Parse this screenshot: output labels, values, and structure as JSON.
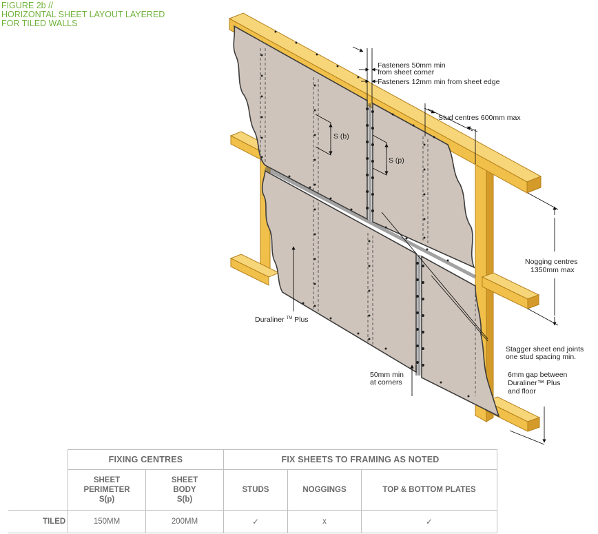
{
  "figure": {
    "number": "FIGURE 2b //",
    "title_line1": "HORIZONTAL SHEET LAYOUT LAYERED",
    "title_line2": "FOR TILED WALLS"
  },
  "annotations": {
    "fasteners_corner_1": "Fasteners 50mm min",
    "fasteners_corner_2": "from sheet corner",
    "fasteners_edge": "Fasteners 12mm min from sheet edge",
    "stud_centres": "Stud centres 600mm max",
    "sb": "S (b)",
    "sp": "S (p)",
    "nogging_1": "Nogging centres",
    "nogging_2": "1350mm max",
    "product_name": "Duraliner",
    "product_tm": "TM",
    "product_suffix": "Plus",
    "stagger_1": "Stagger sheet end joints",
    "stagger_2": "one stud spacing min.",
    "corners_1": "50mm min",
    "corners_2": "at corners",
    "gap_1": "6mm gap between",
    "gap_2": "Duraliner™ Plus",
    "gap_3": "and floor"
  },
  "colors": {
    "sheet": "#cfc4bb",
    "timber": "#f0c04a",
    "timber_edge": "#b57f18",
    "accent": "#6fb23a"
  },
  "table": {
    "group_fixing": "FIXING CENTRES",
    "group_fix_sheets": "FIX SHEETS TO FRAMING AS NOTED",
    "col_perimeter_1": "SHEET",
    "col_perimeter_2": "PERIMETER",
    "col_perimeter_3": "S(p)",
    "col_body_1": "SHEET",
    "col_body_2": "BODY",
    "col_body_3": "S(b)",
    "col_studs": "STUDS",
    "col_noggings": "NOGGINGS",
    "col_plates": "TOP & BOTTOM PLATES",
    "row_label": "TILED",
    "perimeter": "150MM",
    "body": "200MM",
    "studs": "✓",
    "noggings": "x",
    "plates": "✓"
  }
}
